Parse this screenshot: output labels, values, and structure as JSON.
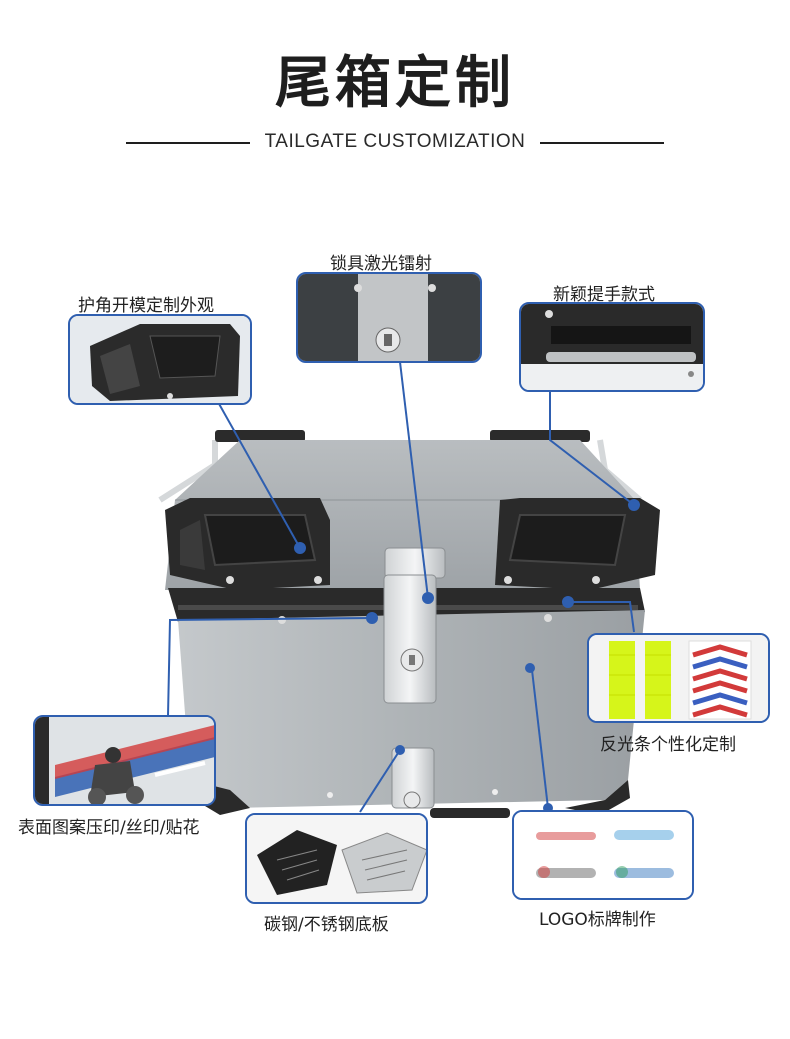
{
  "header": {
    "title": "尾箱定制",
    "subtitle": "TAILGATE CUSTOMIZATION"
  },
  "callouts": {
    "lock": "锁具激光镭射",
    "corner": "护角开模定制外观",
    "handle": "新颖提手款式",
    "reflective": "反光条个性化定制",
    "surface": "表面图案压印/丝印/贴花",
    "baseplate": "碳钢/不锈钢底板",
    "logo": "LOGO标牌制作"
  },
  "colors": {
    "accent": "#2f5fb0",
    "title": "#1e1e1e",
    "box_body": "#a8adb0",
    "reflective_yellow": "#d6f51a"
  }
}
